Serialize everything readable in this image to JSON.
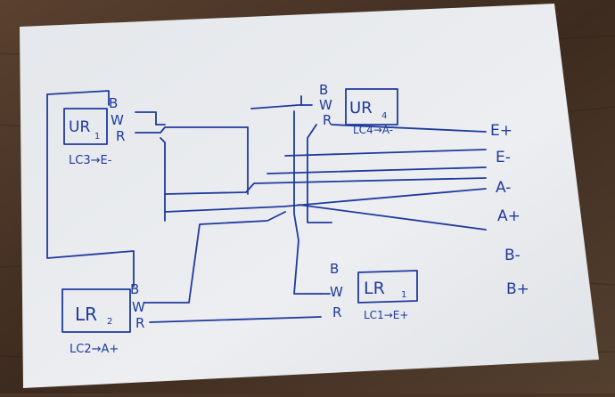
{
  "colors": {
    "ink": "#1f3a9c",
    "paper": "#e9ebee",
    "table": "#4a3526"
  },
  "cells": {
    "ul": {
      "name": "UR",
      "sub": "1",
      "caption": "LC3→E-",
      "pins": [
        "B",
        "W",
        "R"
      ]
    },
    "ur": {
      "name": "UR",
      "sub": "4",
      "caption": "LC4→A-",
      "pins": [
        "B",
        "W",
        "R"
      ]
    },
    "ll": {
      "name": "LR",
      "sub": "2",
      "caption": "LC2→A+",
      "pins": [
        "B",
        "W",
        "R"
      ]
    },
    "lr": {
      "name": "LR",
      "sub": "1",
      "caption": "LC1→E+",
      "pins": [
        "B",
        "W",
        "R"
      ]
    }
  },
  "outputs": [
    "E+",
    "E-",
    "A-",
    "A+",
    "B-",
    "B+"
  ]
}
